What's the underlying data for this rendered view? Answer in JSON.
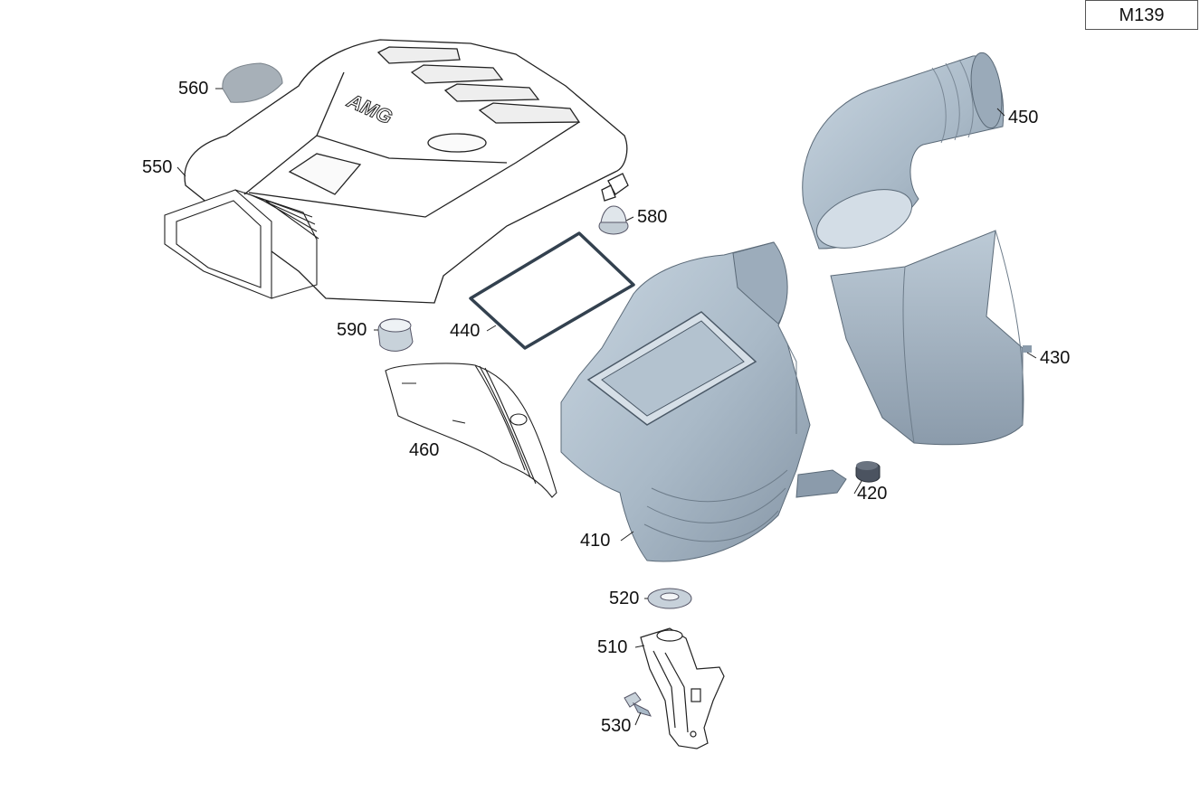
{
  "diagram": {
    "model_code": "M139",
    "colors": {
      "part_fill": "#a9b9c7",
      "part_shade": "#8e9fb0",
      "part_light": "#c9d6e1",
      "part_stroke": "#4a5866",
      "line_art": "#222222"
    },
    "parts": [
      {
        "id": "p410",
        "callout": "410"
      },
      {
        "id": "p420",
        "callout": "420"
      },
      {
        "id": "p430",
        "callout": "430"
      },
      {
        "id": "p440",
        "callout": "440"
      },
      {
        "id": "p450",
        "callout": "450"
      },
      {
        "id": "p460",
        "callout": "460"
      },
      {
        "id": "p510",
        "callout": "510"
      },
      {
        "id": "p520",
        "callout": "520"
      },
      {
        "id": "p530",
        "callout": "530"
      },
      {
        "id": "p550",
        "callout": "550"
      },
      {
        "id": "p560",
        "callout": "560"
      },
      {
        "id": "p580",
        "callout": "580"
      },
      {
        "id": "p590",
        "callout": "590"
      }
    ],
    "logo_text": "AMG"
  }
}
